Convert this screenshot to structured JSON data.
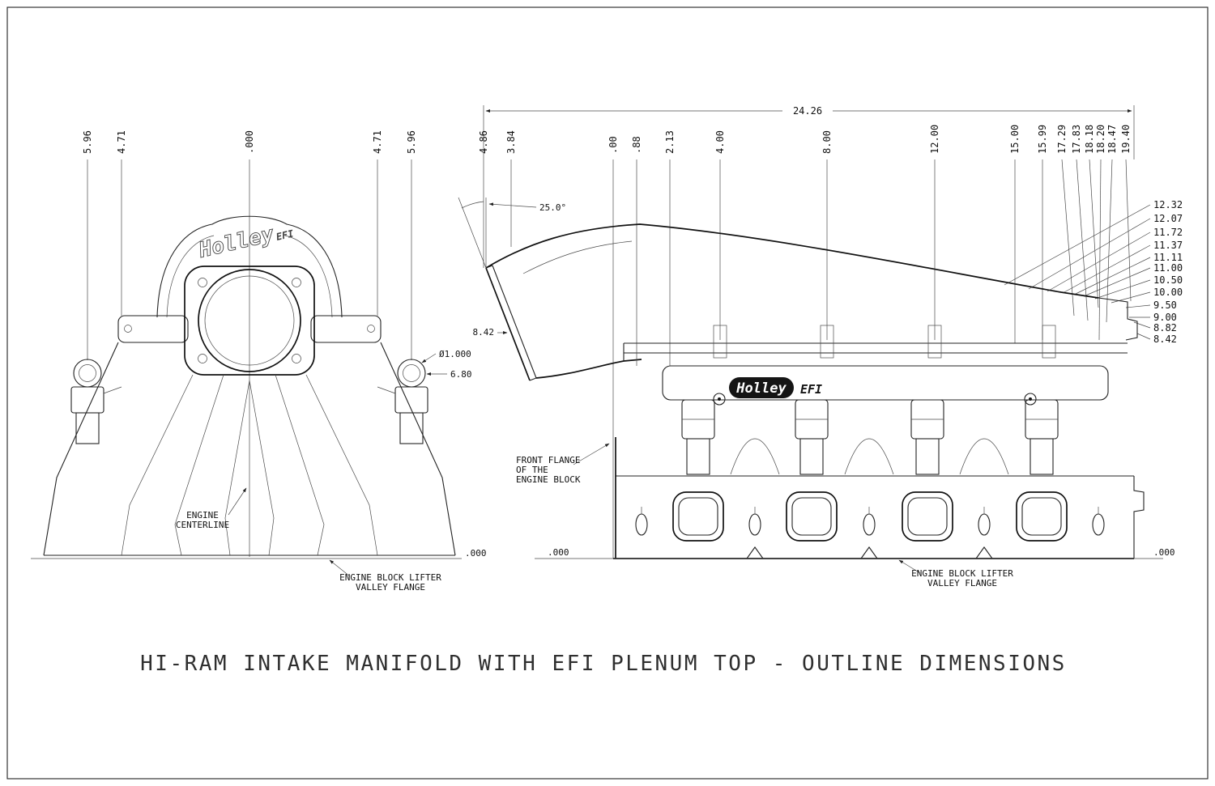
{
  "meta": {
    "title": "HI-RAM INTAKE MANIFOLD WITH EFI PLENUM TOP - OUTLINE DIMENSIONS"
  },
  "brand": {
    "name": "Holley",
    "efi": "EFI"
  },
  "front_view": {
    "ordinate_dims_top": [
      "5.96",
      "4.71",
      ".000",
      "4.71",
      "5.96"
    ],
    "throttle_dia_label": "Ø1.000",
    "injector_height_label": "6.80",
    "centerline_line1": "ENGINE",
    "centerline_line2": "CENTERLINE",
    "valley_flange_line1": "ENGINE BLOCK LIFTER",
    "valley_flange_line2": "VALLEY FLANGE",
    "baseline_label": ".000"
  },
  "side_view": {
    "overall_width": "24.26",
    "inlet_angle": "25.0°",
    "inlet_height_label": "8.42",
    "ordinate_dims_top": [
      "4.86",
      "3.84",
      ".00",
      ".88",
      "2.13",
      "4.00",
      "8.00",
      "12.00",
      "15.00",
      "15.99",
      "17.29",
      "17.83",
      "18.18",
      "18.20",
      "18.47",
      "19.40"
    ],
    "ordinate_dims_right": [
      "12.32",
      "12.07",
      "11.72",
      "11.37",
      "11.11",
      "11.00",
      "10.50",
      "10.00",
      "9.50",
      "9.00",
      "8.82",
      "8.42"
    ],
    "front_flange_line1": "FRONT FLANGE",
    "front_flange_line2": "OF THE",
    "front_flange_line3": "ENGINE BLOCK",
    "valley_flange_line1": "ENGINE BLOCK LIFTER",
    "valley_flange_line2": "VALLEY FLANGE",
    "baseline_label_left": ".000",
    "baseline_label_right": ".000"
  }
}
